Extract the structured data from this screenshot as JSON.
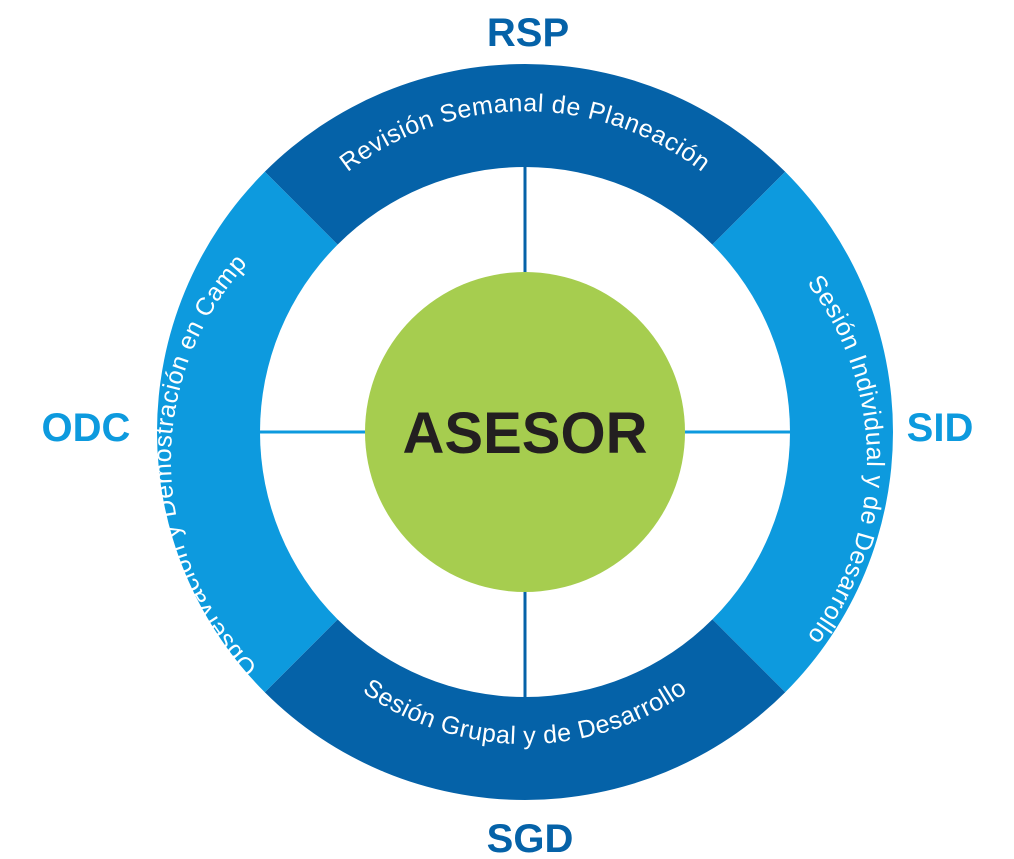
{
  "center": {
    "label": "ASESOR"
  },
  "segments": [
    {
      "abbr": "RSP",
      "label": "Revisión Semanal de Planeación"
    },
    {
      "abbr": "SID",
      "label": "Sesión Individual y de Desarrollo"
    },
    {
      "abbr": "SGD",
      "label": "Sesión Grupal y de Desarrollo"
    },
    {
      "abbr": "ODC",
      "label": "Observación y Demostración en Campo"
    }
  ],
  "colors": {
    "dark_blue": "#0562a8",
    "light_blue": "#0d9ade",
    "center_green": "#a6cd4f",
    "center_text": "#231f20",
    "background": "#ffffff"
  }
}
